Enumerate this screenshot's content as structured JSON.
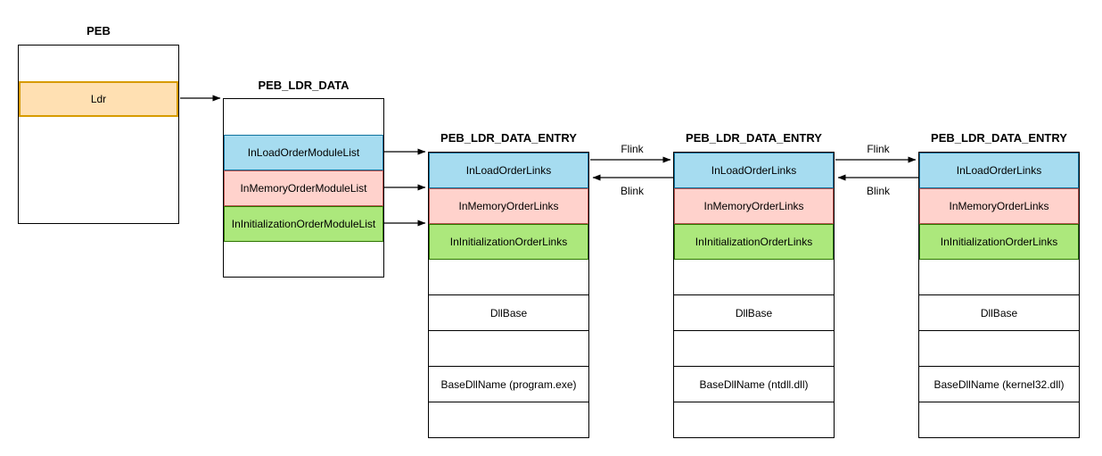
{
  "colors": {
    "orange_fill": "#FFE0B2",
    "orange_stroke": "#D79B00",
    "blue_fill": "#A6DCF0",
    "blue_stroke": "#10739E",
    "pink_fill": "#FFD2CC",
    "pink_stroke": "#B85450",
    "green_fill": "#ACE87C",
    "green_stroke": "#2D7600",
    "line": "#000000"
  },
  "peb": {
    "title": "PEB",
    "rows": [
      "",
      "Ldr",
      ""
    ]
  },
  "ldr_data": {
    "title": "PEB_LDR_DATA",
    "rows": [
      "",
      "InLoadOrderModuleList",
      "InMemoryOrderModuleList",
      "InInitializationOrderModuleList",
      ""
    ]
  },
  "entries": [
    {
      "title": "PEB_LDR_DATA_ENTRY",
      "rows": [
        "InLoadOrderLinks",
        "InMemoryOrderLinks",
        "InInitializationOrderLinks",
        "",
        "DllBase",
        "",
        "BaseDllName (program.exe)",
        ""
      ]
    },
    {
      "title": "PEB_LDR_DATA_ENTRY",
      "rows": [
        "InLoadOrderLinks",
        "InMemoryOrderLinks",
        "InInitializationOrderLinks",
        "",
        "DllBase",
        "",
        "BaseDllName (ntdll.dll)",
        ""
      ]
    },
    {
      "title": "PEB_LDR_DATA_ENTRY",
      "rows": [
        "InLoadOrderLinks",
        "InMemoryOrderLinks",
        "InInitializationOrderLinks",
        "",
        "DllBase",
        "",
        "BaseDllName (kernel32.dll)",
        ""
      ]
    }
  ],
  "links": {
    "flink": "Flink",
    "blink": "Blink"
  }
}
